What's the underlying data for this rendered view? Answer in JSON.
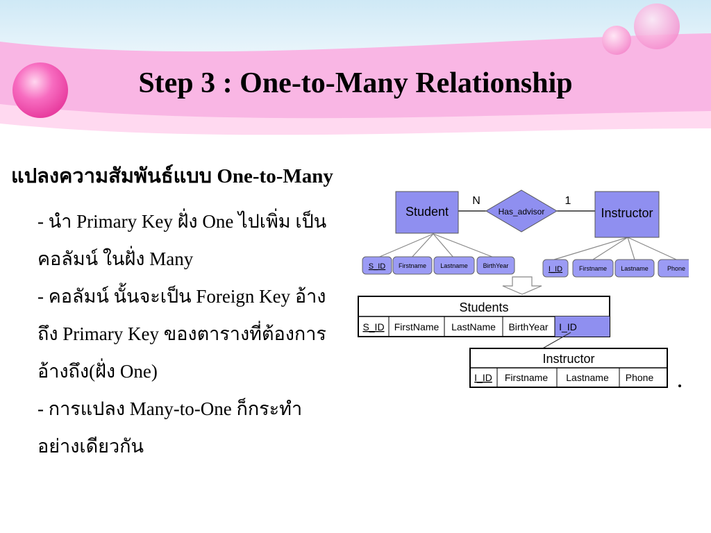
{
  "slide": {
    "title": "Step 3 : One-to-Many Relationship",
    "heading": "แปลงความสัมพันธ์แบบ One-to-Many",
    "bullets": [
      "- นำ Primary Key ฝั่ง One ไปเพิ่ม เป็นคอลัมน์ ในฝั่ง Many",
      "- คอลัมน์ นั้นจะเป็น Foreign Key อ้างถึง Primary Key ของตารางที่ต้องการอ้างถึง(ฝั่ง One)",
      "- การแปลง Many-to-One ก็กระทำ อย่างเดียวกัน"
    ]
  },
  "er_diagram": {
    "entity_left": "Student",
    "relationship": "Has_advisor",
    "entity_right": "Instructor",
    "card_left": "N",
    "card_right": "1",
    "left_attributes": [
      "S_ID",
      "Firstname",
      "Lastname",
      "BirthYear"
    ],
    "right_attributes": [
      "I_ID",
      "Firstname",
      "Lastname",
      "Phone"
    ]
  },
  "tables": {
    "students": {
      "name": "Students",
      "columns": [
        "S_ID",
        "FirstName",
        "LastName",
        "BirthYear",
        "I_ID"
      ]
    },
    "instructor": {
      "name": "Instructor",
      "columns": [
        "I_ID",
        "Firstname",
        "Lastname",
        "Phone"
      ]
    }
  },
  "colors": {
    "entity_fill": "#8f8ff0",
    "attribute_fill": "#9b9bf5",
    "header_pink": "#f9b6e4",
    "bubble_pink": "#f04aa8"
  }
}
